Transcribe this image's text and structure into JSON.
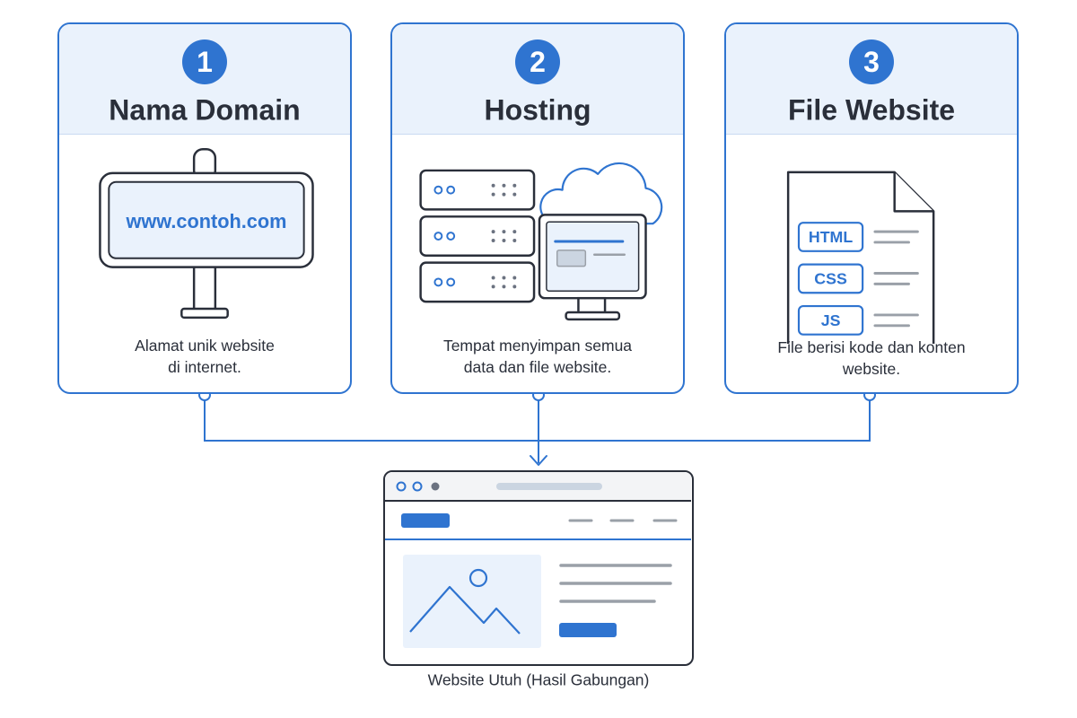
{
  "cards": [
    {
      "number": "1",
      "title": "Nama Domain",
      "sign_text": "www.contoh.com",
      "description": [
        "Alamat unik website",
        "di internet."
      ]
    },
    {
      "number": "2",
      "title": "Hosting",
      "description": [
        "Tempat menyimpan semua",
        "data dan file website."
      ]
    },
    {
      "number": "3",
      "title": "File Website",
      "file_tags": [
        "HTML",
        "CSS",
        "JS"
      ],
      "description": [
        "File berisi kode dan konten",
        "website."
      ]
    }
  ],
  "result": {
    "caption": "Website Utuh (Hasil Gabungan)"
  },
  "colors": {
    "accent": "#2f74d0",
    "header_bg": "#eaf2fc",
    "outline": "#2a2f3a",
    "muted_gray": "#9aa0a8"
  },
  "icons": [
    "signpost-icon",
    "server-rack-icon",
    "cloud-icon",
    "monitor-icon",
    "document-icon",
    "browser-window-icon",
    "image-placeholder-icon"
  ]
}
